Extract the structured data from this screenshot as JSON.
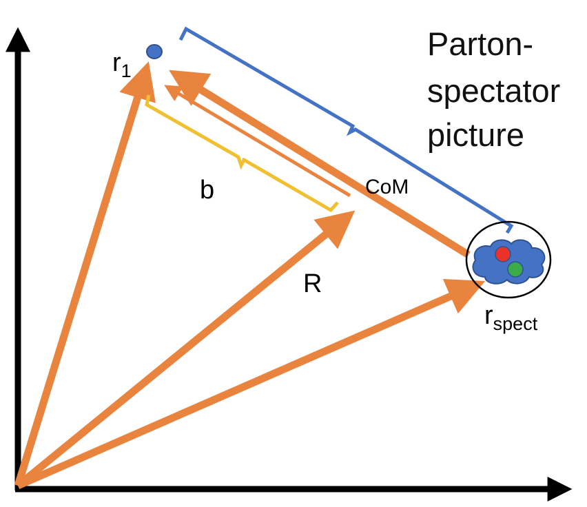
{
  "title": {
    "lines": [
      "Parton-",
      "spectator",
      "picture"
    ]
  },
  "labels": {
    "r1": {
      "base": "r",
      "sub": "1"
    },
    "b": "b",
    "com": "CoM",
    "R": "R",
    "rspect": {
      "base": "r",
      "sub": "spect"
    }
  },
  "colors": {
    "vector": "#E9843F",
    "b_bracket": "#F0C030",
    "distance_bracket": "#4472C4",
    "parton_dot": "#4472C4",
    "spectator_blob": "#4472C4",
    "quark_red": "#E8322A",
    "quark_green": "#3DAA4A",
    "axes": "#000000"
  }
}
